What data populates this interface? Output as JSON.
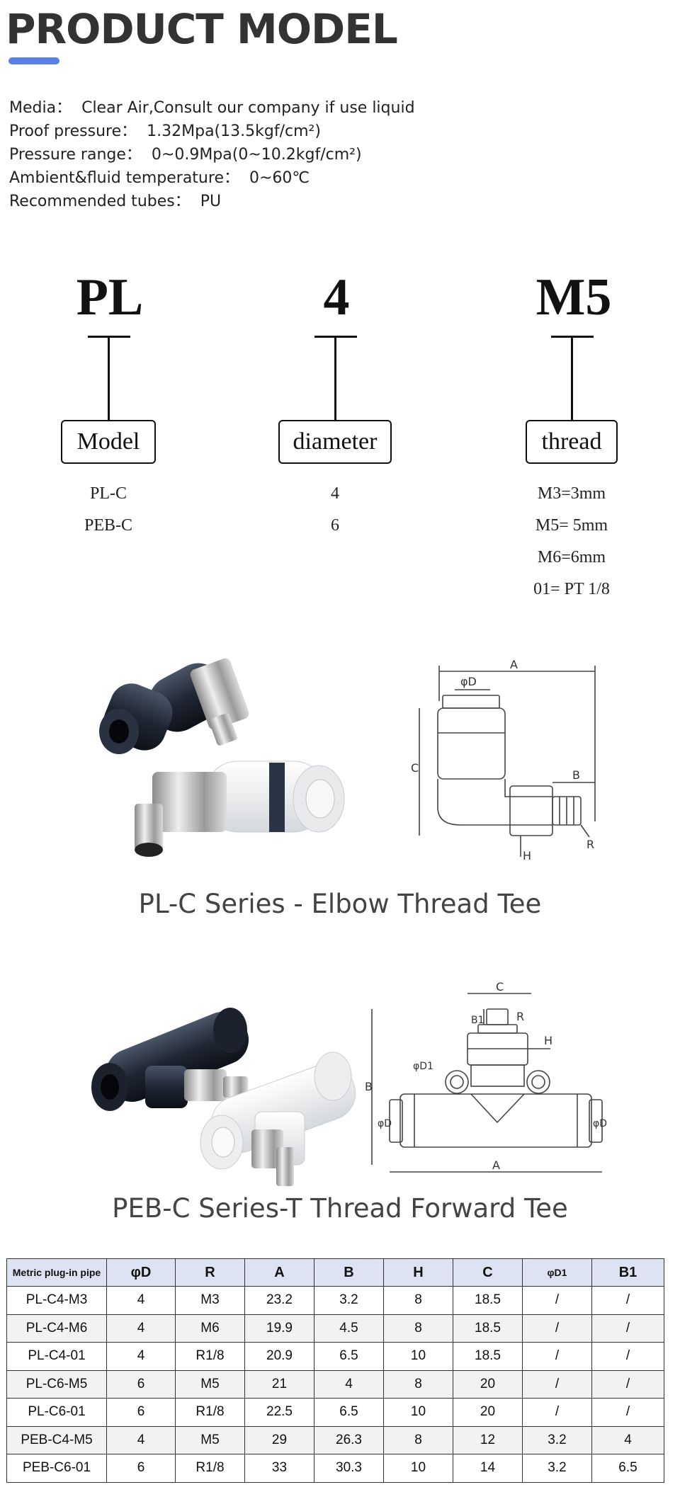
{
  "header": {
    "title": "PRODUCT MODEL"
  },
  "specs": [
    {
      "label": "Media：",
      "value": "Clear Air,Consult our company if use liquid"
    },
    {
      "label": "Proof pressure：",
      "value": "1.32Mpa(13.5kgf/cm²)"
    },
    {
      "label": "Pressure range：",
      "value": "0~0.9Mpa(0~10.2kgf/cm²)"
    },
    {
      "label": "Ambient&fluid temperature：",
      "value": "0~60℃"
    },
    {
      "label": "Recommended tubes：",
      "value": "PU"
    }
  ],
  "model_code": {
    "parts": [
      {
        "code": "PL",
        "label": "Model",
        "options": [
          "PL-C",
          "PEB-C"
        ]
      },
      {
        "code": "4",
        "label": "diameter",
        "options": [
          "4",
          "6"
        ]
      },
      {
        "code": "M5",
        "label": "thread",
        "options": [
          "M3=3mm",
          "M5= 5mm",
          "M6=6mm",
          "01= PT 1/8"
        ]
      }
    ]
  },
  "diagram1": {
    "A": "A",
    "D": "φD",
    "B": "B",
    "C": "C",
    "R": "R",
    "H": "H"
  },
  "diagram2": {
    "C": "C",
    "B1": "B1",
    "R": "R",
    "H": "H",
    "D1": "φD1",
    "B": "B",
    "D": "φD",
    "A": "A"
  },
  "products": [
    {
      "caption": "PL-C Series - Elbow Thread Tee"
    },
    {
      "caption": "PEB-C Series-T Thread Forward Tee"
    }
  ],
  "table": {
    "headers": [
      "Metric plug-in pipe",
      "φD",
      "R",
      "A",
      "B",
      "H",
      "C",
      "φD1",
      "B1"
    ],
    "rows": [
      [
        "PL-C4-M3",
        "4",
        "M3",
        "23.2",
        "3.2",
        "8",
        "18.5",
        "/",
        "/"
      ],
      [
        "PL-C4-M6",
        "4",
        "M6",
        "19.9",
        "4.5",
        "8",
        "18.5",
        "/",
        "/"
      ],
      [
        "PL-C4-01",
        "4",
        "R1/8",
        "20.9",
        "6.5",
        "10",
        "18.5",
        "/",
        "/"
      ],
      [
        "PL-C6-M5",
        "6",
        "M5",
        "21",
        "4",
        "8",
        "20",
        "/",
        "/"
      ],
      [
        "PL-C6-01",
        "6",
        "R1/8",
        "22.5",
        "6.5",
        "10",
        "20",
        "/",
        "/"
      ],
      [
        "PEB-C4-M5",
        "4",
        "M5",
        "29",
        "26.3",
        "8",
        "12",
        "3.2",
        "4"
      ],
      [
        "PEB-C6-01",
        "6",
        "R1/8",
        "33",
        "30.3",
        "10",
        "14",
        "3.2",
        "6.5"
      ]
    ]
  },
  "colors": {
    "accent": "#5b7fe6",
    "header_bg": "#dde3f3",
    "black_part": "#1f2633",
    "white_part": "#f2f2f2",
    "brass": "#b9b9b9"
  }
}
